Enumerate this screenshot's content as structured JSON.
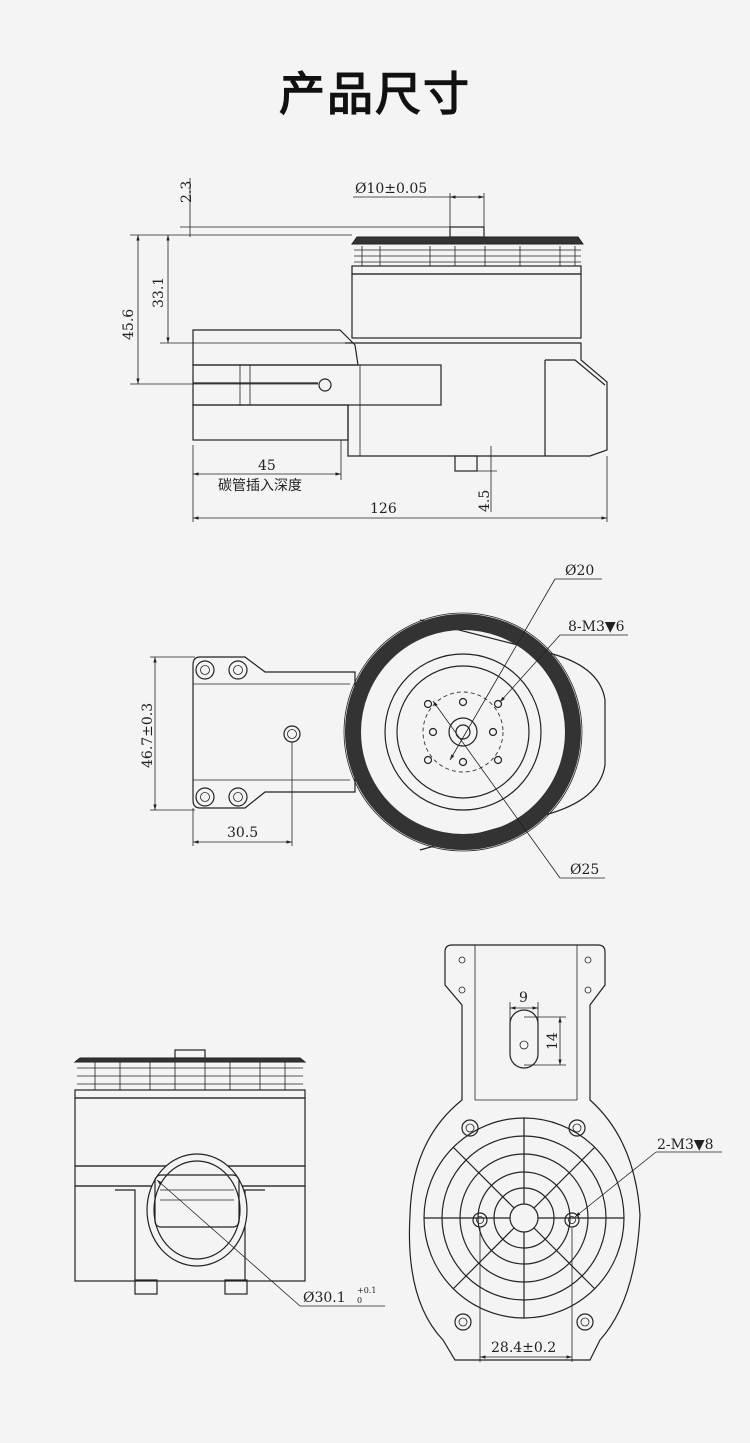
{
  "title": "产品尺寸",
  "side_view": {
    "dim_top_gap": "2.3",
    "dim_total_height": "45.6",
    "dim_motor_height": "33.1",
    "dim_shaft_diameter": "Ø10±0.05",
    "dim_insert_depth": "45",
    "insert_depth_label": "碳管插入深度",
    "dim_total_length": "126",
    "dim_pin_height": "4.5"
  },
  "top_view": {
    "dim_arm_width": "46.7±0.3",
    "dim_hole_offset": "30.5",
    "dim_inner_circle": "Ø20",
    "dim_screw_holes": "8-M3▼6",
    "dim_outer_circle": "Ø25"
  },
  "front_view": {
    "dim_tube_diameter": "Ø30.1",
    "tol_upper": "+0.1",
    "tol_lower": "0"
  },
  "bottom_view": {
    "dim_slot_width": "9",
    "dim_slot_length": "14",
    "dim_mount_holes": "2-M3▼8",
    "dim_hole_spacing": "28.4±0.2"
  }
}
